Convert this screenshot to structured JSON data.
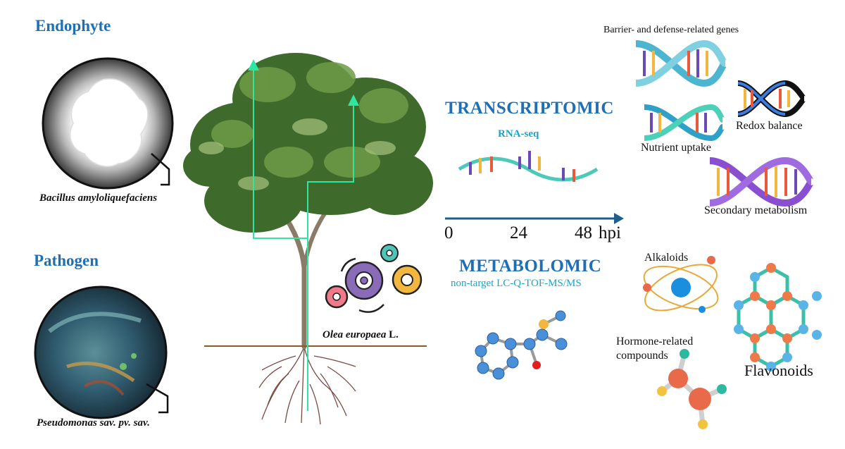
{
  "left": {
    "endophyte_title": "Endophyte",
    "endophyte_name": "Bacillus amyloliquefaciens",
    "pathogen_title": "Pathogen",
    "pathogen_name": "Pseudomonas sav. pv. sav."
  },
  "plant": {
    "name_italic": "Olea europaea",
    "name_suffix": " L."
  },
  "middle": {
    "transcriptomic_title": "TRANSCRIPTOMIC",
    "transcriptomic_method": "RNA-seq",
    "timeline_ticks": [
      "0",
      "24",
      "48"
    ],
    "timeline_unit": "hpi",
    "metabolomic_title": "METABOLOMIC",
    "metabolomic_method": "non-target LC-Q-TOF-MS/MS"
  },
  "transcript_outcomes": {
    "barrier": "Barrier- and defense-related genes",
    "redox": "Redox balance",
    "nutrient": "Nutrient uptake",
    "secondary": "Secondary metabolism"
  },
  "metabolite_outcomes": {
    "alkaloids": "Alkaloids",
    "hormone_line1": "Hormone-related",
    "hormone_line2": "compounds",
    "flavonoids": "Flavonoids"
  },
  "colors": {
    "heading_blue": "#1f6fb5",
    "method_cyan": "#1aa5c8",
    "arrow_green": "#2ee6a0",
    "timeline": "#1d5f8a",
    "soil": "#8b5a2b"
  },
  "icons": [
    "petri-dish-endophyte",
    "petri-dish-pathogen",
    "olive-tree",
    "gears-icon",
    "rna-strand-icon",
    "dna-helix-icon",
    "molecule-icon",
    "atom-icon",
    "flavonoid-hexagon-icon"
  ]
}
